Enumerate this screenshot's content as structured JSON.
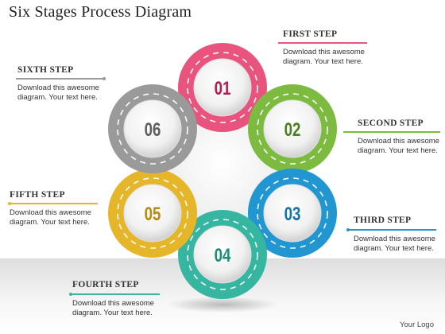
{
  "title": "Six Stages Process Diagram",
  "steps": [
    {
      "num": "01",
      "label": "FIRST STEP",
      "text": "Download this awesome diagram. Your text here.",
      "color": "#e8547d"
    },
    {
      "num": "02",
      "label": "SECOND STEP",
      "text": "Download this awesome diagram. Your text here.",
      "color": "#7cbb3f"
    },
    {
      "num": "03",
      "label": "THIRD STEP",
      "text": "Download this awesome diagram. Your text here.",
      "color": "#2196d0"
    },
    {
      "num": "04",
      "label": "FOURTH STEP",
      "text": "Download this awesome diagram. Your text here.",
      "color": "#36b5a0"
    },
    {
      "num": "05",
      "label": "FIFTH STEP",
      "text": "Download this awesome diagram. Your text here.",
      "color": "#e5b52a"
    },
    {
      "num": "06",
      "label": "SIXTH STEP",
      "text": "Download this awesome diagram. Your text here.",
      "color": "#9a9a9a"
    }
  ],
  "number_colors": [
    "#b51e4a",
    "#4a7e23",
    "#1573a8",
    "#1f8a75",
    "#b98a0f",
    "#5e5e5e"
  ],
  "footer": "Your Logo"
}
